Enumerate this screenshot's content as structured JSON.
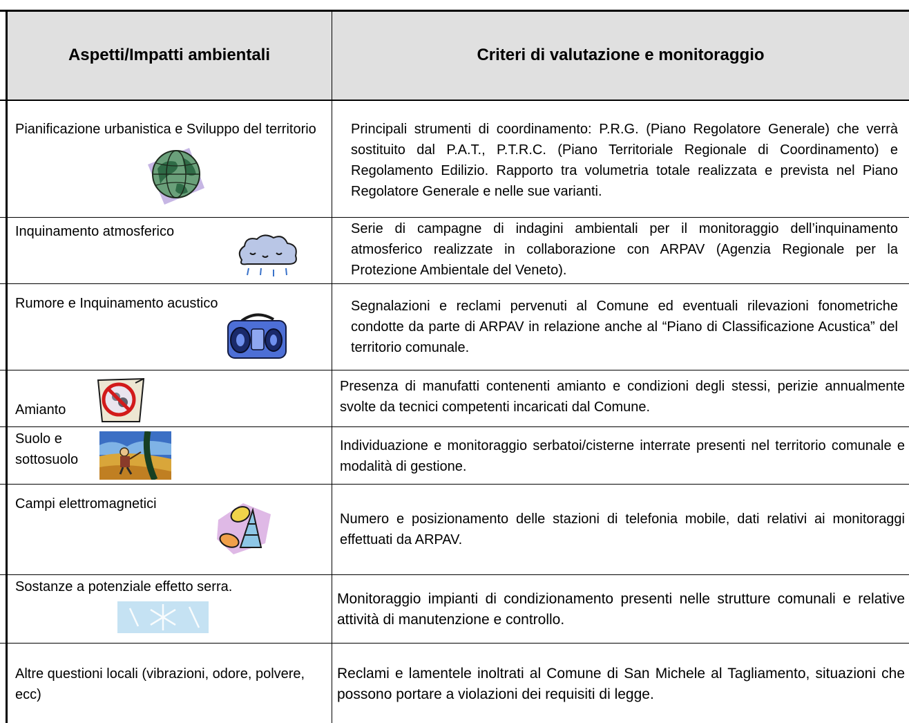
{
  "header": {
    "col1": "Aspetti/Impatti ambientali",
    "col2": "Criteri di valutazione e monitoraggio"
  },
  "rows": [
    {
      "aspect": "Pianificazione urbanistica e Sviluppo del territorio",
      "icon": "globe-icon",
      "criteria": "Principali strumenti di coordinamento: P.R.G. (Piano Regolatore Generale) che verrà sostituito dal P.A.T., P.T.R.C. (Piano Territoriale Regionale di Coordinamento) e Regolamento Edilizio. Rapporto tra volumetria totale realizzata e prevista nel Piano Regolatore Generale e nelle sue varianti."
    },
    {
      "aspect": "Inquinamento atmosferico",
      "icon": "rain-cloud-icon",
      "criteria": "Serie di campagne di indagini ambientali per il monitoraggio dell’inquinamento atmosferico realizzate in collaborazione con ARPAV (Agenzia Regionale per la Protezione Ambientale del Veneto)."
    },
    {
      "aspect": "Rumore e Inquinamento acustico",
      "icon": "boombox-icon",
      "criteria": "Segnalazioni e reclami pervenuti al Comune ed eventuali rilevazioni fonometriche condotte da parte di ARPAV in relazione anche al “Piano di Classificazione Acustica” del territorio comunale."
    },
    {
      "aspect": "Amianto",
      "icon": "no-asbestos-icon",
      "criteria": "Presenza di manufatti contenenti amianto e condizioni degli stessi, perizie annualmente svolte da tecnici competenti incaricati dal Comune."
    },
    {
      "aspect": "Suolo e sottosuolo",
      "icon": "farmer-field-icon",
      "criteria": "Individuazione e monitoraggio serbatoi/cisterne interrate presenti nel territorio comunale e modalità di gestione."
    },
    {
      "aspect": "Campi elettromagnetici",
      "icon": "antenna-icon",
      "criteria": "Numero e posizionamento delle stazioni di telefonia mobile, dati relativi ai monitoraggi effettuati da ARPAV."
    },
    {
      "aspect": "Sostanze a potenziale effetto serra.",
      "icon": "snowflake-icon",
      "criteria": "Monitoraggio impianti di condizionamento presenti nelle strutture comunali e relative attività di manutenzione e controllo."
    },
    {
      "aspect": "Altre questioni locali (vibrazioni, odore, polvere, ecc)",
      "icon": "",
      "criteria": "Reclami e lamentele inoltrati al Comune di San Michele al Tagliamento, situazioni che possono portare a violazioni dei requisiti di legge."
    }
  ]
}
